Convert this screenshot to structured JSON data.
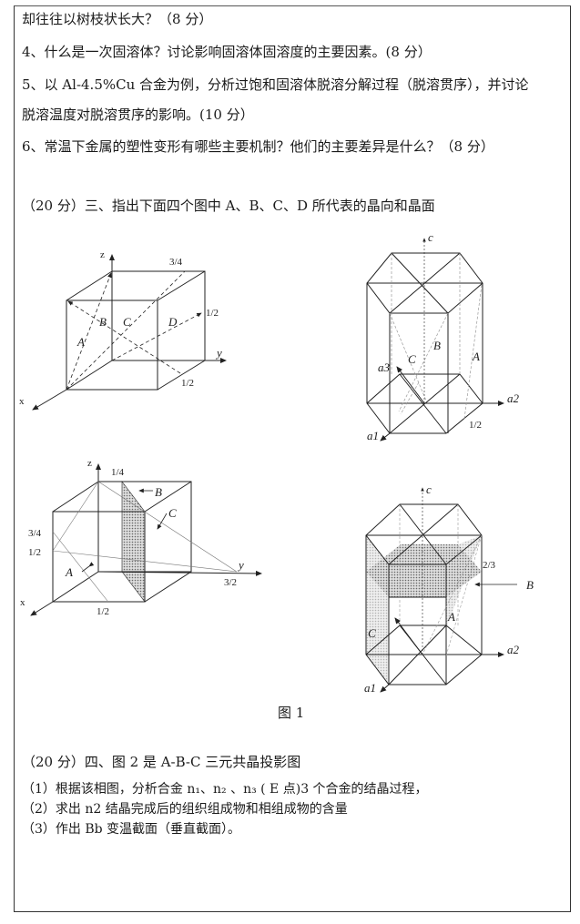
{
  "questions": {
    "q3_tail": "却往往以树枝状长大？（8 分）",
    "q4": "4、什么是一次固溶体？讨论影响固溶体固溶度的主要因素。(8 分）",
    "q5_a": "5、以 Al-4.5%Cu 合金为例，分析过饱和固溶体脱溶分解过程（脱溶贯序），并讨论",
    "q5_b": "脱溶温度对脱溶贯序的影响。(10 分）",
    "q6": "6、常温下金属的塑性变形有哪些主要机制？他们的主要差异是什么？（8 分）"
  },
  "section3": {
    "title": "（20 分）三、指出下面四个图中 A、B、C、D 所代表的晶向和晶面",
    "figure_caption": "图 1",
    "fig_a": {
      "z": "z",
      "y": "y",
      "x": "x",
      "t34": "3/4",
      "t12r": "1/2",
      "t12b": "1/2",
      "A": "A",
      "B": "B",
      "C": "C",
      "D": "D"
    },
    "fig_b": {
      "c": "c",
      "a1": "a1",
      "a2": "a2",
      "a3": "a3",
      "t12": "1/2",
      "A": "A",
      "B": "B",
      "C": "C"
    },
    "fig_c": {
      "z": "z",
      "y": "y",
      "x": "x",
      "t14": "1/4",
      "t34": "3/4",
      "t12l": "1/2",
      "t32": "3/2",
      "t12b": "1/2",
      "A": "A",
      "B": "B",
      "C": "C"
    },
    "fig_d": {
      "c": "c",
      "a1": "a1",
      "a2": "a2",
      "t23": "2/3",
      "A": "A",
      "B": "B",
      "C": "C"
    }
  },
  "section4": {
    "title": "（20 分）四、图 2 是 A-B-C 三元共晶投影图",
    "item1": "（1）根据该相图，分析合金 n₁、n₂ 、n₃ ( E 点)3 个合金的结晶过程，",
    "item2": "（2）求出 n2 结晶完成后的组织组成物和相组成物的含量",
    "item3": "（3）作出 Bb 变温截面（垂直截面）。"
  }
}
